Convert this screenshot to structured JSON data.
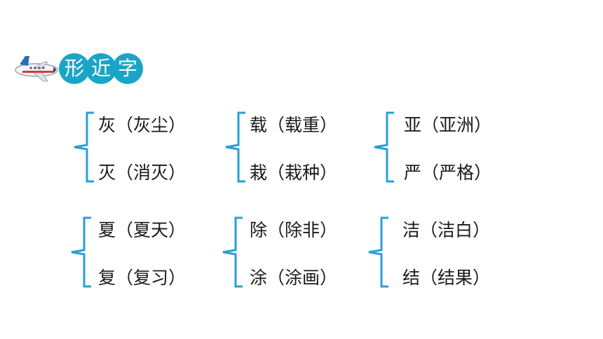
{
  "title": {
    "chars": [
      "形",
      "近",
      "字"
    ]
  },
  "colors": {
    "accent": "#1aa5c8",
    "brace": "#2a9fd6",
    "text": "#1a1a1a"
  },
  "groups": [
    {
      "lines": [
        "灰（灰尘）",
        "灭（消灭）"
      ]
    },
    {
      "lines": [
        "载（载重）",
        "栽（栽种）"
      ]
    },
    {
      "lines": [
        "亚（亚洲）",
        "严（严格）"
      ]
    },
    {
      "lines": [
        "夏（夏天）",
        "复（复习）"
      ]
    },
    {
      "lines": [
        "除（除非）",
        "涂（涂画）"
      ]
    },
    {
      "lines": [
        "洁（洁白）",
        "结（结果）"
      ]
    }
  ]
}
